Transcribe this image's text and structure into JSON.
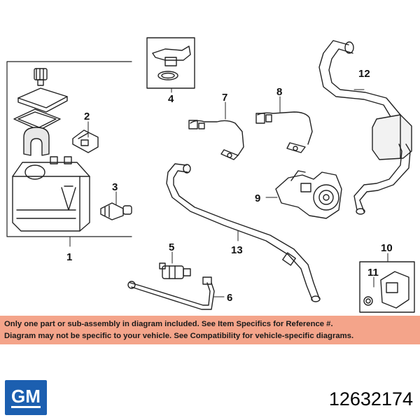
{
  "callouts": {
    "c1": "1",
    "c2": "2",
    "c3": "3",
    "c4": "4",
    "c5": "5",
    "c6": "6",
    "c7": "7",
    "c8": "8",
    "c9": "9",
    "c10": "10",
    "c11": "11",
    "c12": "12",
    "c13": "13"
  },
  "notice": {
    "line1": "Only one part or sub-assembly in diagram included. See Item Specifics for Reference #.",
    "line2": "Diagram may not be specific to your vehicle. See Compatibility for vehicle-specific diagrams.",
    "background": "#f4a48a"
  },
  "brand": {
    "logo_text": "GM",
    "logo_color": "#1c5fb0"
  },
  "part_number": "12632174"
}
